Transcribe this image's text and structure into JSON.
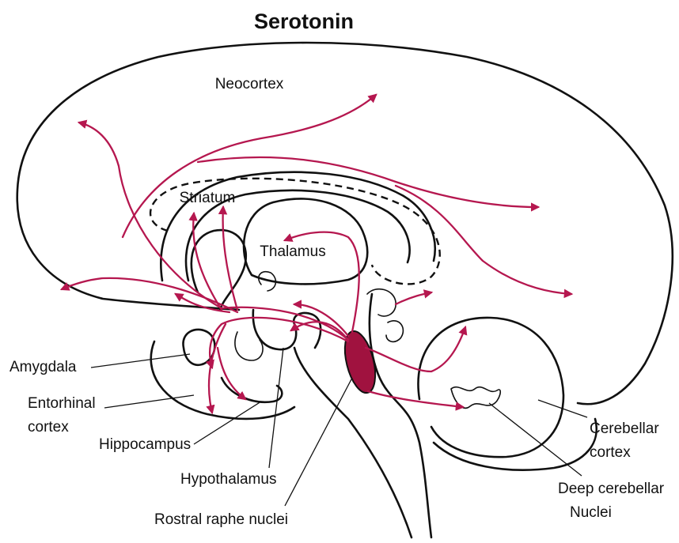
{
  "title": "Serotonin",
  "colors": {
    "pathway": "#b5174f",
    "nucleus": "#a0123f",
    "outline": "#111111",
    "background": "#ffffff"
  },
  "labels": {
    "neocortex": "Neocortex",
    "striatum": "Striatum",
    "thalamus": "Thalamus",
    "amygdala": "Amygdala",
    "entorhinal_line1": "Entorhinal",
    "entorhinal_line2": "cortex",
    "hippocampus": "Hippocampus",
    "hypothalamus": "Hypothalamus",
    "raphe": "Rostral raphe nuclei",
    "cerebellar_line1": "Cerebellar",
    "cerebellar_line2": "cortex",
    "deep_line1": "Deep cerebellar",
    "deep_line2": "Nuclei"
  }
}
